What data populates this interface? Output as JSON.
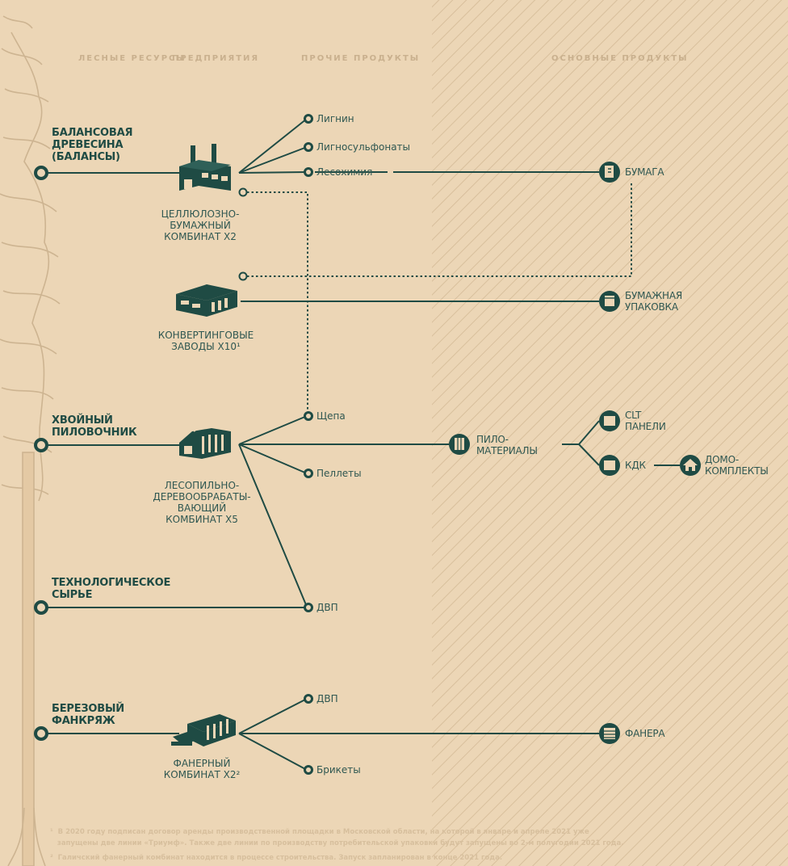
{
  "columns": {
    "forest": "ЛЕСНЫЕ\nРЕСУРСЫ",
    "enterprises": "ПРЕДПРИЯТИЯ",
    "other": "ПРОЧИЕ ПРОДУКТЫ",
    "main": "ОСНОВНЫЕ ПРОДУКТЫ"
  },
  "sources": {
    "balance": "БАЛАНСОВАЯ\nДРЕВЕСИНА\n(БАЛАНСЫ)",
    "conifer": "ХВОЙНЫЙ\nПИЛОВОЧНИК",
    "tech": "ТЕХНОЛОГИЧЕСКОЕ\nСЫРЬЕ",
    "birch": "БЕРЕЗОВЫЙ\nФАНКРЯЖ"
  },
  "enterprises": {
    "pulp": "ЦЕЛЛЮЛОЗНО-\nБУМАЖНЫЙ\nКОМБИНАТ Х2",
    "convert": "КОНВЕРТИНГОВЫЕ\nЗАВОДЫ Х10¹",
    "sawmill": "ЛЕСОПИЛЬНО-\nДЕРЕВООБРАБАТЫ-\nВАЮЩИЙ\nКОМБИНАТ Х5",
    "plywood": "ФАНЕРНЫЙ\nКОМБИНАТ Х2²"
  },
  "other_products": {
    "lignin": "Лигнин",
    "lignosulf": "Лигносульфонаты",
    "lesochem": "Лесохимия",
    "chips": "Щепа",
    "pellets": "Пеллеты",
    "dvp1": "ДВП",
    "dvp2": "ДВП",
    "briquettes": "Брикеты"
  },
  "main_products": {
    "paper": "БУМАГА",
    "packaging": "БУМАЖНАЯ\nУПАКОВКА",
    "lumber": "ПИЛО-\nМАТЕРИАЛЫ",
    "clt": "CLT\nПАНЕЛИ",
    "kdk": "КДК",
    "houses": "ДОМО-\nКОМПЛЕКТЫ",
    "plywood": "ФАНЕРА"
  },
  "footnotes": {
    "n1": "¹  В 2020 году подписан договор аренды производственной площадки в Московской области, на которой в январе и апреле 2021 уже\n   запущены две линии «Триумф». Также две линии по производству потребительской упаковки будут запущены во 2-м полугодии 2021 года.",
    "n2": "²  Галичский фанерный комбинат находится в процессе строительства. Запуск запланирован в конце 2021 года."
  },
  "icons": {
    "paper": "paper-sheet-icon",
    "packaging": "package-box-icon",
    "lumber": "lumber-stack-icon",
    "clt": "clt-panel-icon",
    "kdk": "glued-beam-icon",
    "houses": "house-icon",
    "plywood": "plywood-layers-icon"
  },
  "colors": {
    "background": "#ecd6b6",
    "accent": "#1f4b44",
    "muted": "#c9b08e",
    "tree": "#cdb491"
  }
}
